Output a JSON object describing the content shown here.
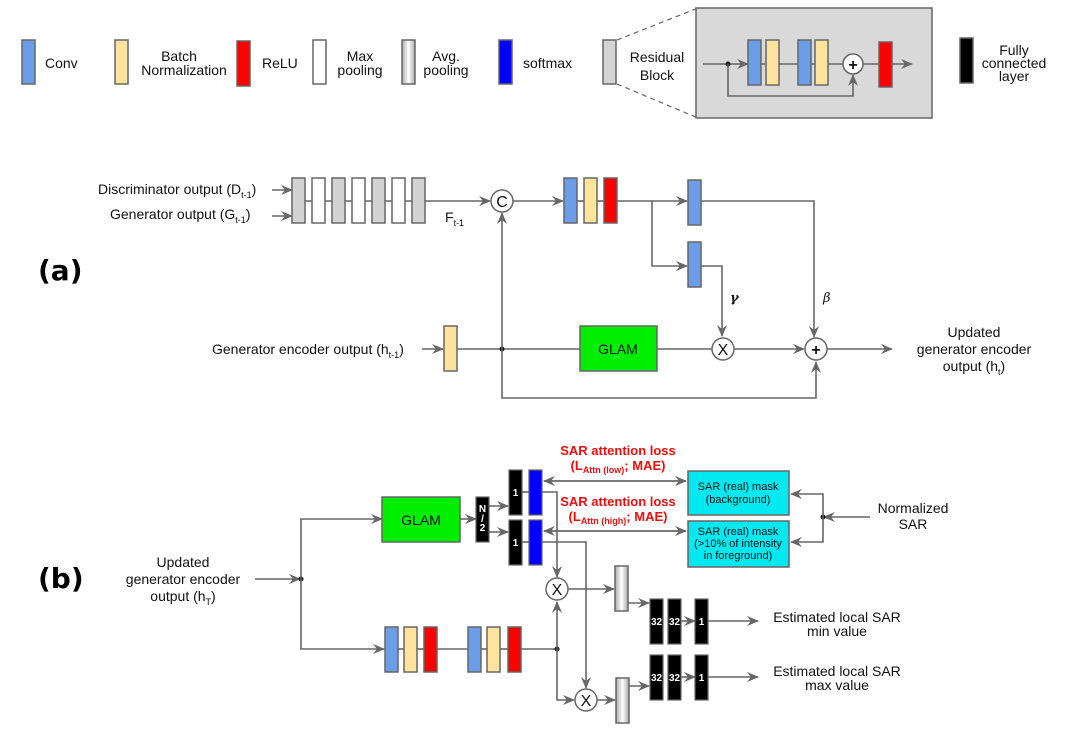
{
  "colors": {
    "conv": "#6b9de8",
    "batch_norm": "#fde39c",
    "relu": "#ff0000",
    "max_pooling": "#ffffff",
    "avg_pooling": "#c8c8c8",
    "softmax": "#0000ff",
    "residual": "#d3d3d3",
    "fully_connected": "#000000",
    "glam": "#00ee00",
    "mask": "#00e8f0",
    "loss_text": "#e8100f",
    "line": "#666666"
  },
  "legend": {
    "conv": "Conv",
    "batch_norm_1": "Batch",
    "batch_norm_2": "Normalization",
    "relu": "ReLU",
    "max_pool_1": "Max",
    "max_pool_2": "pooling",
    "avg_pool_1": "Avg.",
    "avg_pool_2": "pooling",
    "softmax": "softmax",
    "residual_1": "Residual",
    "residual_2": "Block",
    "fc_1": "Fully",
    "fc_2": "connected",
    "fc_3": "layer",
    "plus_symbol": "+"
  },
  "panel_a": {
    "label": "(a)",
    "discriminator_input": "Discriminator output (D",
    "discriminator_sub": "t-1",
    "generator_input": "Generator output (G",
    "generator_sub": "t-1",
    "close_paren": ")",
    "feature": "F",
    "feature_sub": "t-1",
    "concat_symbol": "C",
    "gamma": "γ",
    "beta": "β",
    "encoder_input": "Generator encoder output (h",
    "encoder_sub": "t-1",
    "glam": "GLAM",
    "multiply_symbol": "X",
    "add_symbol": "+",
    "output_1": "Updated",
    "output_2": "generator encoder",
    "output_3": "output (h",
    "output_sub": "t"
  },
  "panel_b": {
    "label": "(b)",
    "input_1": "Updated",
    "input_2": "generator encoder",
    "input_3": "output (h",
    "input_sub": "T",
    "glam": "GLAM",
    "split_label_1": "N",
    "split_label_2": "/",
    "split_label_3": "2",
    "fc_one": "1",
    "loss_low_1": "SAR attention loss",
    "loss_low_2": "(L",
    "loss_low_sub": "Attn (low)",
    "loss_low_3": "; MAE)",
    "loss_high_1": "SAR attention loss",
    "loss_high_2": "(L",
    "loss_high_sub": "Attn (high)",
    "loss_high_3": "; MAE)",
    "mask_bg_1": "SAR (real) mask",
    "mask_bg_2": "(background)",
    "mask_fg_1": "SAR (real) mask",
    "mask_fg_2": "(>10% of intensity",
    "mask_fg_3": "in foreground)",
    "normalized_1": "Normalized",
    "normalized_2": "SAR",
    "multiply_symbol": "X",
    "fc_32": "32",
    "min_1": "Estimated local SAR",
    "min_2": "min value",
    "max_1": "Estimated local SAR",
    "max_2": "max value"
  }
}
